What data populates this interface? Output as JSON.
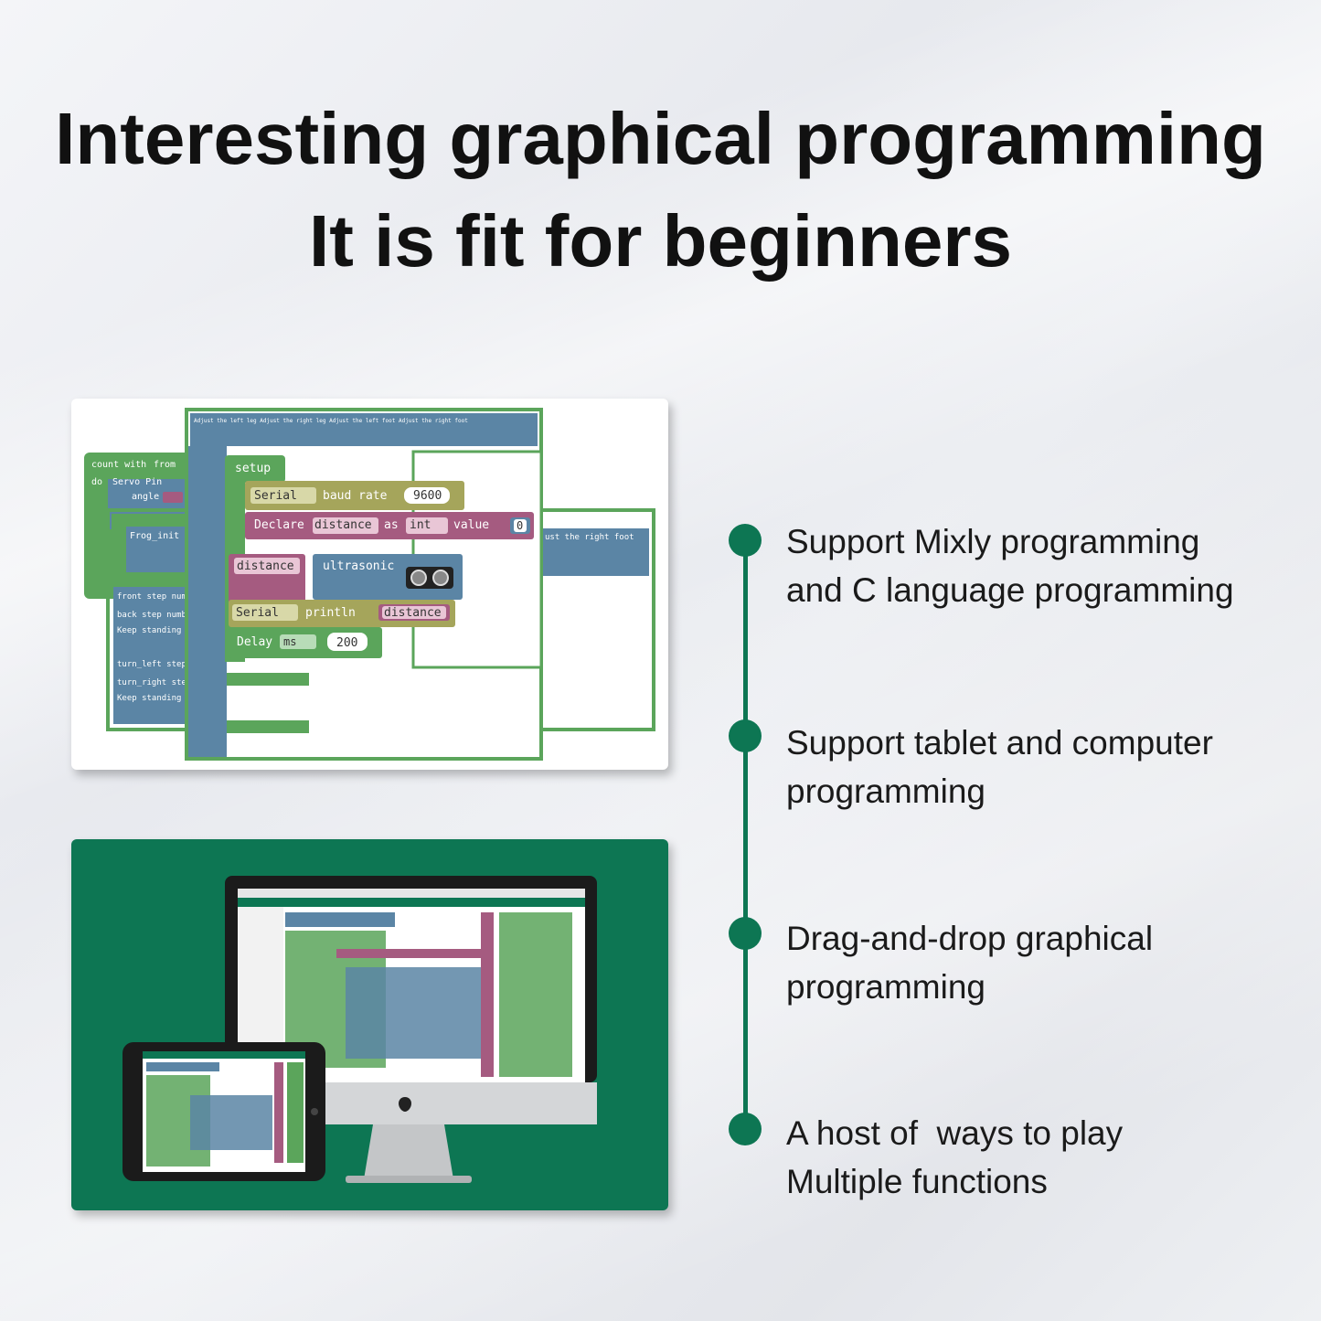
{
  "headline": {
    "line1": "Interesting graphical programming",
    "line2": "It is fit for beginners"
  },
  "blocks_card": {
    "setup_label": "setup",
    "serial_label": "Serial",
    "baud_rate_label": "baud rate",
    "baud_rate_value": "9600",
    "declare_label": "Declare",
    "var_name": "distance",
    "as_label": "as",
    "type_value": "int",
    "value_label": "value",
    "init_value": "0",
    "ultrasonic_label": "ultrasonic",
    "println_label": "println",
    "delay_label": "Delay",
    "delay_unit": "ms",
    "delay_value": "200",
    "bg_count_with": "count with",
    "bg_from": "from",
    "bg_do": "do",
    "bg_servo_pin": "Servo Pin",
    "bg_angle": "angle",
    "bg_frog_init": "Frog_init",
    "bg_front_step": "front step number",
    "bg_back_step": "back step number",
    "bg_keep_standing": "Keep standing",
    "bg_turn_left": "turn_left step",
    "bg_turn_right": "turn_right step",
    "bg_adjust_right_foot": "ust the right foot",
    "bg_adjust_header": "Adjust the left leg  Adjust the right leg  Adjust the left foot  Adjust the right foot"
  },
  "features": [
    {
      "line1": "Support Mixly programming",
      "line2": "and C language programming"
    },
    {
      "line1": "Support tablet and computer",
      "line2": "programming"
    },
    {
      "line1": "Drag-and-drop graphical",
      "line2": "programming"
    },
    {
      "line1": "A host of  ways to play",
      "line2": "Multiple functions"
    }
  ],
  "colors": {
    "brand_green": "#0d7653",
    "block_green": "#5ba55b",
    "block_blue": "#5b85a5",
    "block_olive": "#a5a55b",
    "block_pink": "#a55b80"
  }
}
